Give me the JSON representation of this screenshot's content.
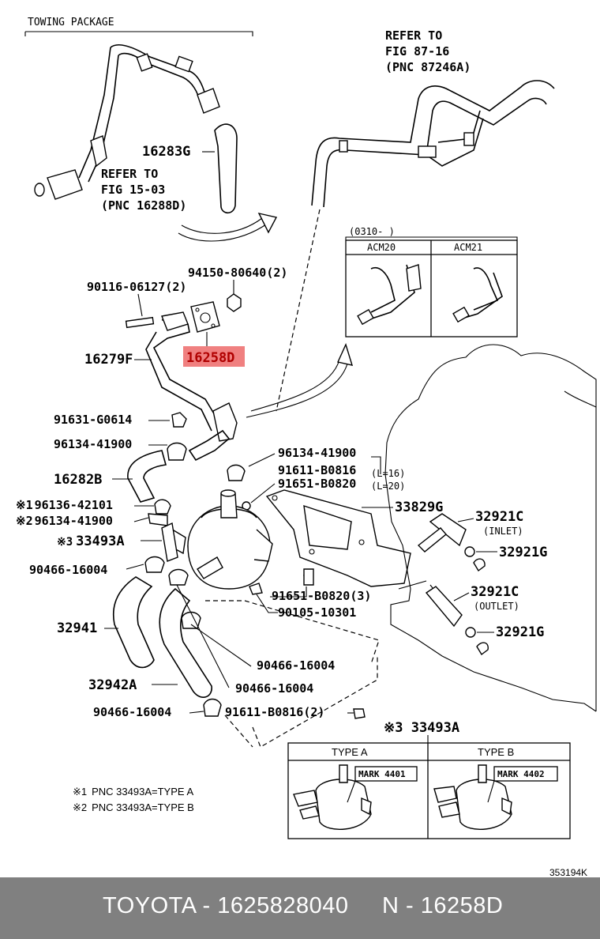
{
  "diagram": {
    "towing_package": "TOWING PACKAGE",
    "refer1": [
      "REFER TO",
      "FIG 87-16",
      "(PNC 87246A)"
    ],
    "refer2": [
      "REFER TO",
      "FIG 15-03",
      "(PNC 16288D)"
    ],
    "inset_period": "(0310-     )",
    "inset_cols": [
      "ACM20",
      "ACM21"
    ],
    "parts": {
      "p16283G": "16283G",
      "p94150": "94150-80640(2)",
      "p90116": "90116-06127(2)",
      "p16279F": "16279F",
      "p16258D": "16258D",
      "p91631": "91631-G0614",
      "p96134a": "96134-41900",
      "p96134b": "96134-41900",
      "p91611a": "91611-B0816",
      "p91611a_note": "(L=16)",
      "p91651a": "91651-B0820",
      "p91651a_note": "(L=20)",
      "p16282B": "16282B",
      "p33829G": "33829G",
      "p96136": "96136-42101",
      "p96136_mark": "※1",
      "p96134c": "96134-41900",
      "p96134c_mark": "※2",
      "p33493A": "33493A",
      "p33493A_mark": "※3",
      "p32921C_in": "32921C",
      "p32921C_in_note": "(INLET)",
      "p32921G_a": "32921G",
      "p90466a": "90466-16004",
      "p91651b": "91651-B0820(3)",
      "p90105": "90105-10301",
      "p32921C_out": "32921C",
      "p32921C_out_note": "(OUTLET)",
      "p32921G_b": "32921G",
      "p32941": "32941",
      "p90466b": "90466-16004",
      "p32942A": "32942A",
      "p90466c": "90466-16004",
      "p90466d": "90466-16004",
      "p91611b": "91611-B0816(2)",
      "p33493A_type": "※3 33493A"
    },
    "type_table": {
      "col_a": "TYPE A",
      "col_b": "TYPE B",
      "mark_a": "MARK 4401",
      "mark_b": "MARK 4402"
    },
    "notes": [
      {
        "mark": "※1",
        "text": "PNC 33493A=TYPE A"
      },
      {
        "mark": "※2",
        "text": "PNC 33493A=TYPE B"
      }
    ],
    "figure_code": "353194K"
  },
  "footer": {
    "brand_part": "TOYOTA - 1625828040",
    "pnc": "N - 16258D",
    "bg_color": "#808080",
    "highlight_color": "#f08080"
  }
}
